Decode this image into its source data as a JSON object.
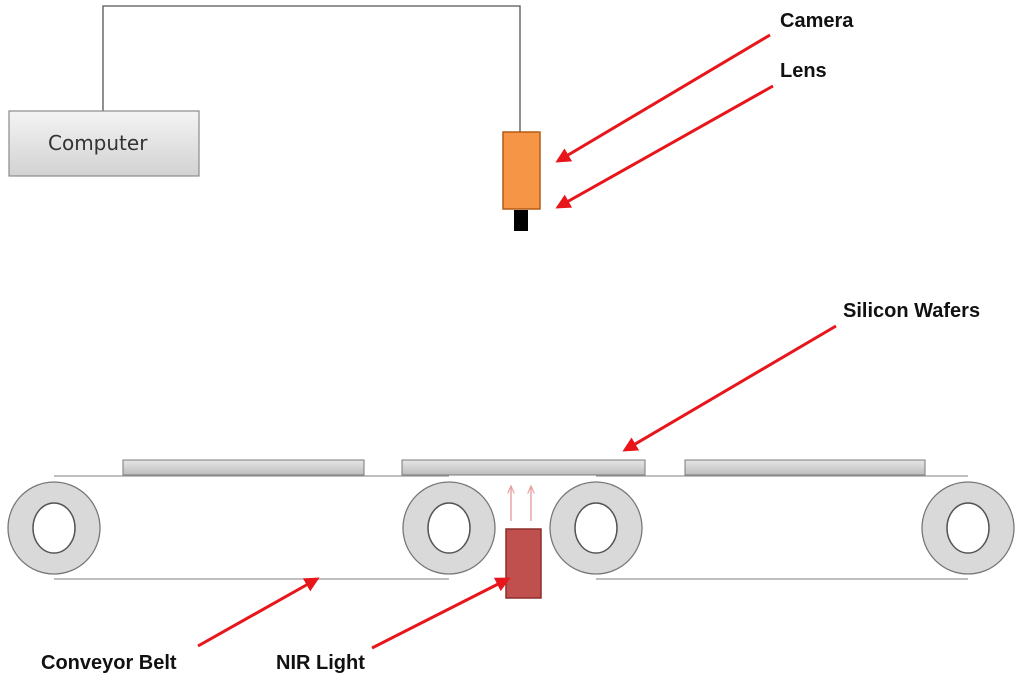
{
  "labels": {
    "computer": "Computer",
    "camera": "Camera",
    "lens": "Lens",
    "silicon_wafers": "Silicon Wafers",
    "conveyor_belt": "Conveyor Belt",
    "nir_light": "NIR Light"
  },
  "colors": {
    "arrow": "#e8161b",
    "camera_body": "#f69545",
    "nir_light": "#c0504d",
    "roller": "#d9d9d9",
    "wafer": "#d0d0d0",
    "light_rays": "#e6a0a0"
  }
}
